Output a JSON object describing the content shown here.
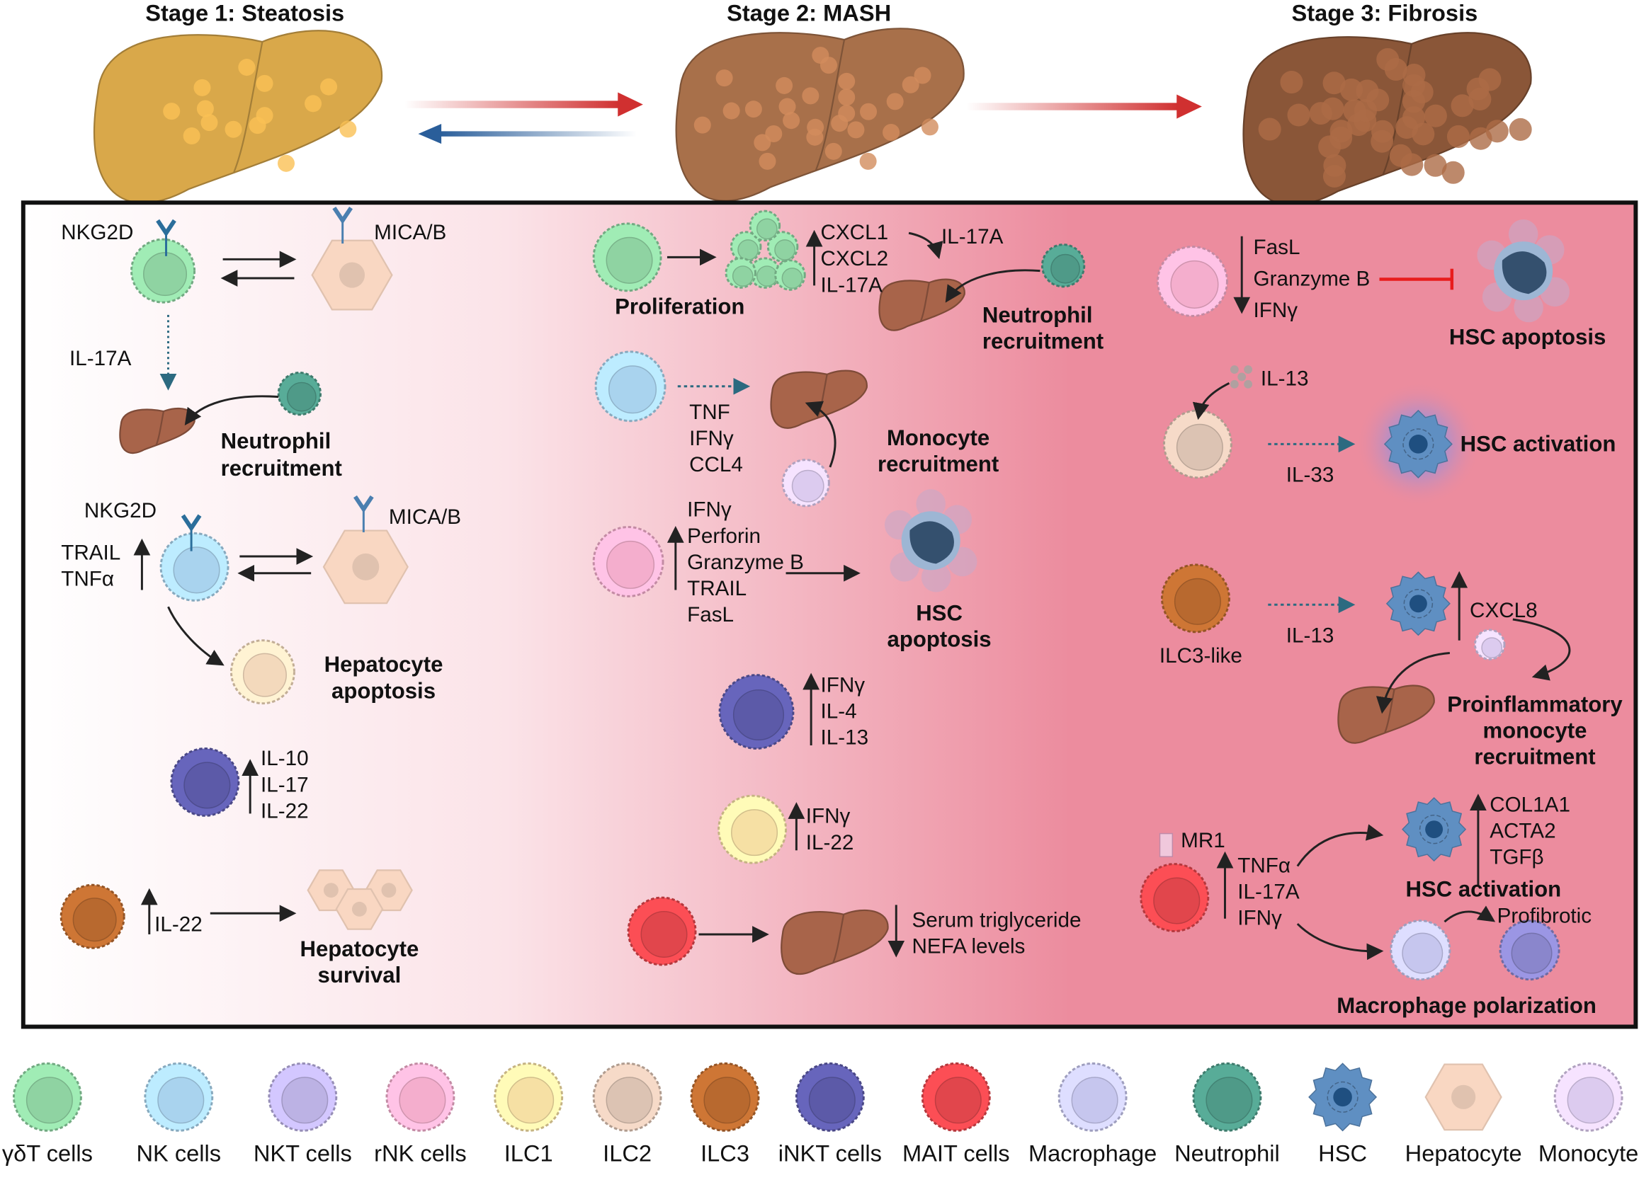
{
  "stages": [
    {
      "title": "Stage 1: Steatosis",
      "liver_color": "#d9a84a"
    },
    {
      "title": "Stage 2: MASH",
      "liver_color": "#a8704a"
    },
    {
      "title": "Stage 3: Fibrosis",
      "liver_color": "#8a5638"
    }
  ],
  "colors": {
    "progression_arrow": "#d03030",
    "regression_arrow": "#2a5e9a",
    "panel_start": "#ffffff",
    "panel_end": "#ec8c9e",
    "inhibit": "#e81c1c"
  },
  "panel1": {
    "nkg2d_1": "NKG2D",
    "mica_1": "MICA/B",
    "il17a": "IL-17A",
    "neutrophil_1": "Neutrophil",
    "neutrophil_2": "recruitment",
    "nkg2d_2": "NKG2D",
    "mica_2": "MICA/B",
    "trail": "TRAIL",
    "tnfa": "TNFα",
    "hep_apop_1": "Hepatocyte",
    "hep_apop_2": "apoptosis",
    "inkt": [
      "IL-10",
      "IL-17",
      "IL-22"
    ],
    "ilc3": "IL-22",
    "hep_surv_1": "Hepatocyte",
    "hep_surv_2": "survival"
  },
  "panel2": {
    "proliferation": "Proliferation",
    "gdt": [
      "CXCL1",
      "CXCL2",
      "IL-17A"
    ],
    "il17a": "IL-17A",
    "neutrophil_1": "Neutrophil",
    "neutrophil_2": "recruitment",
    "nk": [
      "TNF",
      "IFNγ",
      "CCL4"
    ],
    "monocyte_1": "Monocyte",
    "monocyte_2": "recruitment",
    "rnk": [
      "IFNγ",
      "Perforin",
      "Granzyme B",
      "TRAIL",
      "FasL"
    ],
    "hsc_1": "HSC",
    "hsc_2": "apoptosis",
    "inkt": [
      "IFNγ",
      "IL-4",
      "IL-13"
    ],
    "ilc1": [
      "IFNγ",
      "IL-22"
    ],
    "mait": [
      "Serum triglyceride",
      "NEFA levels"
    ]
  },
  "panel3": {
    "rnk": [
      "FasL",
      "Granzyme B",
      "IFNγ"
    ],
    "hsc_apoptosis": "HSC apoptosis",
    "il13_in": "IL-13",
    "il33": "IL-33",
    "hsc_activation_1": "HSC activation",
    "ilc3_like": "ILC3-like",
    "il13_out": "IL-13",
    "cxcl8": "CXCL8",
    "proinf_1": "Proinflammatory",
    "proinf_2": "monocyte",
    "proinf_3": "recruitment",
    "mr1": "MR1",
    "mait": [
      "TNFα",
      "IL-17A",
      "IFNγ"
    ],
    "hsc_genes": [
      "COL1A1",
      "ACTA2",
      "TGFβ"
    ],
    "hsc_activation_2": "HSC activation",
    "profibrotic": "Profibrotic",
    "macrophage_polarization": "Macrophage polarization"
  },
  "legend": [
    {
      "label": "γδT cells",
      "color": "#8fd3a2"
    },
    {
      "label": "NK cells",
      "color": "#a9d3ee"
    },
    {
      "label": "NKT cells",
      "color": "#bcb2e4"
    },
    {
      "label": "rNK cells",
      "color": "#f4aecd"
    },
    {
      "label": "ILC1",
      "color": "#f6e0a4"
    },
    {
      "label": "ILC2",
      "color": "#dcc3b3"
    },
    {
      "label": "ILC3",
      "color": "#b8692f"
    },
    {
      "label": "iNKT cells",
      "color": "#5c5aa8"
    },
    {
      "label": "MAIT cells",
      "color": "#e1464c"
    },
    {
      "label": "Macrophage",
      "color": "#c6c6ee"
    },
    {
      "label": "Neutrophil",
      "color": "#4f9a88"
    },
    {
      "label": "HSC",
      "color": "#5f8fc2"
    },
    {
      "label": "Hepatocyte",
      "color": "#f9d7c2"
    },
    {
      "label": "Monocyte",
      "color": "#dccbef"
    }
  ]
}
